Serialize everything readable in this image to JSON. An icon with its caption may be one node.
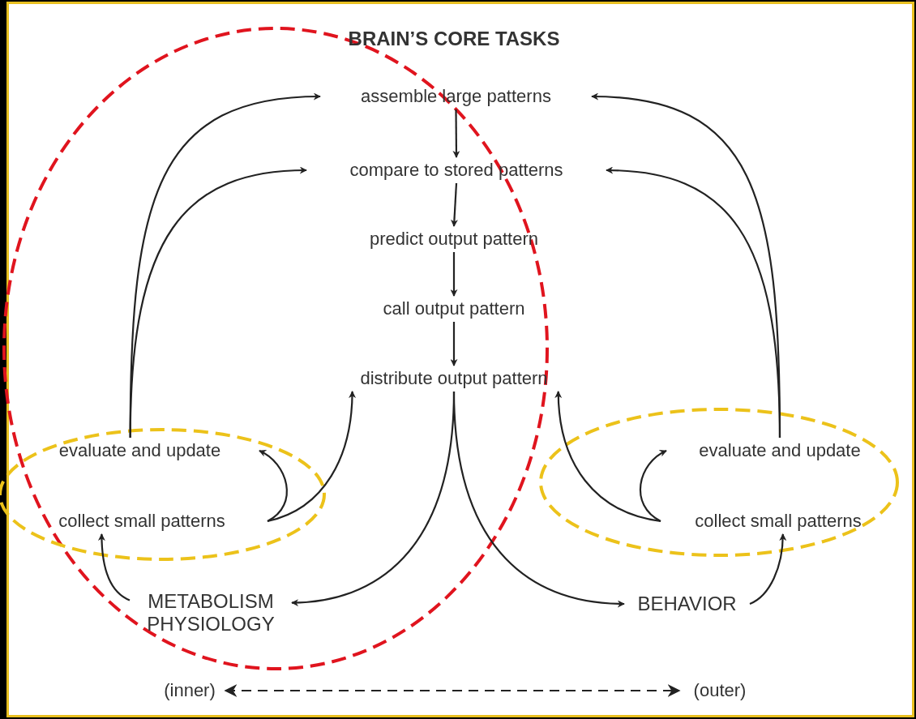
{
  "diagram": {
    "title": "BRAIN’S CORE TASKS",
    "nodes": [
      {
        "text": [
          "assemble large patterns"
        ]
      },
      {
        "text": [
          "compare to stored patterns"
        ]
      },
      {
        "text": [
          "predict output pattern"
        ]
      },
      {
        "text": [
          "call output pattern"
        ]
      },
      {
        "text": [
          "distribute output pattern"
        ]
      },
      {
        "text": [
          "evaluate and update"
        ]
      },
      {
        "text": [
          "collect small patterns"
        ]
      },
      {
        "text": [
          "METABOLISM PHYSIOLOGY"
        ]
      },
      {
        "text": [
          "BEHAVIOR"
        ]
      },
      {
        "text": [
          "evaluate and update"
        ]
      },
      {
        "text": [
          "collect small patterns"
        ]
      },
      {
        "text": [
          "(inner)"
        ]
      },
      {
        "text": [
          "(outer)"
        ]
      }
    ],
    "edges": [
      {
        "from": 0,
        "to": 1,
        "arrow": "to"
      },
      {
        "from": 1,
        "to": 2,
        "arrow": "to"
      },
      {
        "from": 2,
        "to": 3,
        "arrow": "to"
      },
      {
        "from": 3,
        "to": 4,
        "arrow": "to"
      },
      {
        "from": 5,
        "to": 0,
        "arrow": "to"
      },
      {
        "from": 5,
        "to": 1,
        "arrow": "to"
      },
      {
        "from": 9,
        "to": 0,
        "arrow": "to"
      },
      {
        "from": 9,
        "to": 1,
        "arrow": "to"
      },
      {
        "from": 6,
        "to": 5,
        "arrow": "to"
      },
      {
        "from": 6,
        "to": 4,
        "arrow": "to"
      },
      {
        "from": 10,
        "to": 9,
        "arrow": "to"
      },
      {
        "from": 10,
        "to": 4,
        "arrow": "to"
      },
      {
        "from": 4,
        "to": 7,
        "arrow": "to"
      },
      {
        "from": 4,
        "to": 8,
        "arrow": "to"
      },
      {
        "from": 7,
        "to": 6,
        "arrow": "to"
      },
      {
        "from": 8,
        "to": 10,
        "arrow": "to"
      },
      {
        "from": 11,
        "to": 12,
        "arrow": "both",
        "style": "dashed"
      }
    ]
  }
}
